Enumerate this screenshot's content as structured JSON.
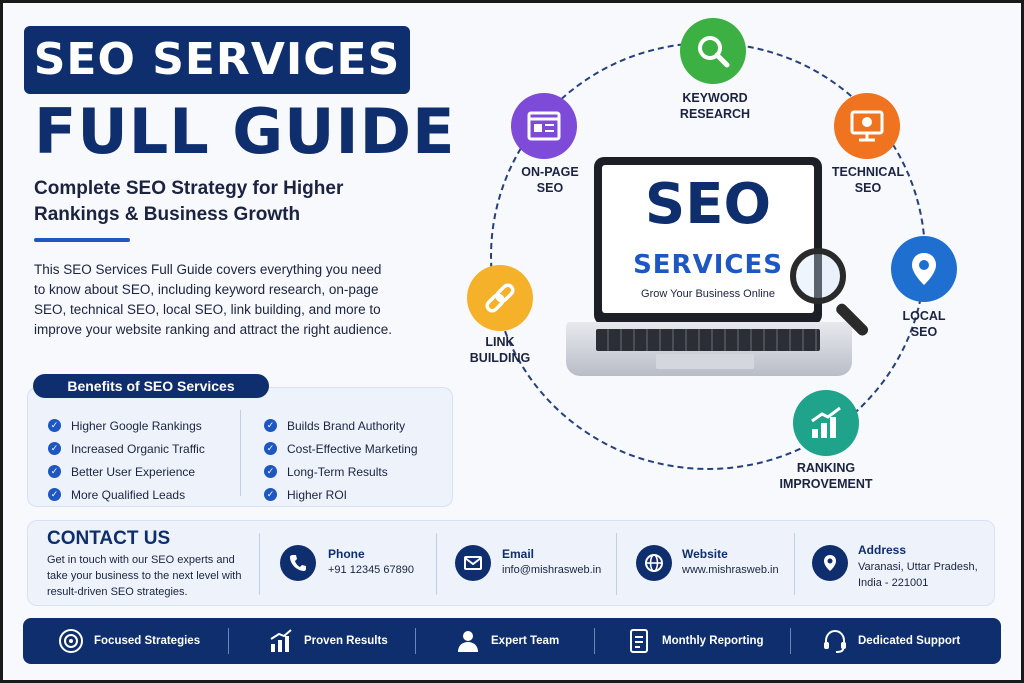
{
  "header": {
    "badge": "SEO SERVICES",
    "title": "FULL GUIDE",
    "subtitle": "Complete SEO Strategy for Higher Rankings & Business Growth",
    "intro": "This SEO Services Full Guide covers everything you need to know about SEO, including keyword research, on-page SEO, technical SEO, local SEO, link building, and more to improve your website ranking and attract the right audience."
  },
  "benefits": {
    "heading": "Benefits of SEO Services",
    "left": [
      "Higher Google Rankings",
      "Increased Organic Traffic",
      "Better User Experience",
      "More Qualified Leads"
    ],
    "right": [
      "Builds Brand Authority",
      "Cost-Effective Marketing",
      "Long-Term Results",
      "Higher ROI"
    ]
  },
  "laptop": {
    "line1": "SEO",
    "line2": "SERVICES",
    "tagline": "Grow Your Business Online"
  },
  "services": {
    "keyword": {
      "label1": "KEYWORD",
      "label2": "RESEARCH",
      "color": "#3cb043",
      "icon": "magnifier-icon"
    },
    "technical": {
      "label1": "TECHNICAL",
      "label2": "SEO",
      "color": "#f0731f",
      "icon": "monitor-gear-icon"
    },
    "local": {
      "label1": "LOCAL",
      "label2": "SEO",
      "color": "#1e6fd0",
      "icon": "location-pin-icon"
    },
    "ranking": {
      "label1": "RANKING",
      "label2": "IMPROVEMENT",
      "color": "#1fa38a",
      "icon": "bar-chart-icon"
    },
    "link": {
      "label1": "LINK",
      "label2": "BUILDING",
      "color": "#f6b12a",
      "icon": "link-icon"
    },
    "onpage": {
      "label1": "ON-PAGE",
      "label2": "SEO",
      "color": "#7e4ad8",
      "icon": "webpage-icon"
    }
  },
  "contact": {
    "title": "CONTACT US",
    "text": "Get in touch with our SEO experts and take your business to the next level with result-driven SEO strategies.",
    "phone": {
      "label": "Phone",
      "value": "+91 12345 67890"
    },
    "email": {
      "label": "Email",
      "value": "info@mishrasweb.in"
    },
    "website": {
      "label": "Website",
      "value": "www.mishrasweb.in"
    },
    "address": {
      "label": "Address",
      "line1": "Varanasi, Uttar Pradesh,",
      "line2": "India - 221001"
    }
  },
  "footer": {
    "items": [
      "Focused Strategies",
      "Proven Results",
      "Expert Team",
      "Monthly Reporting",
      "Dedicated Support"
    ]
  },
  "colors": {
    "navy": "#0f2e6e",
    "blue": "#1e56c2"
  }
}
